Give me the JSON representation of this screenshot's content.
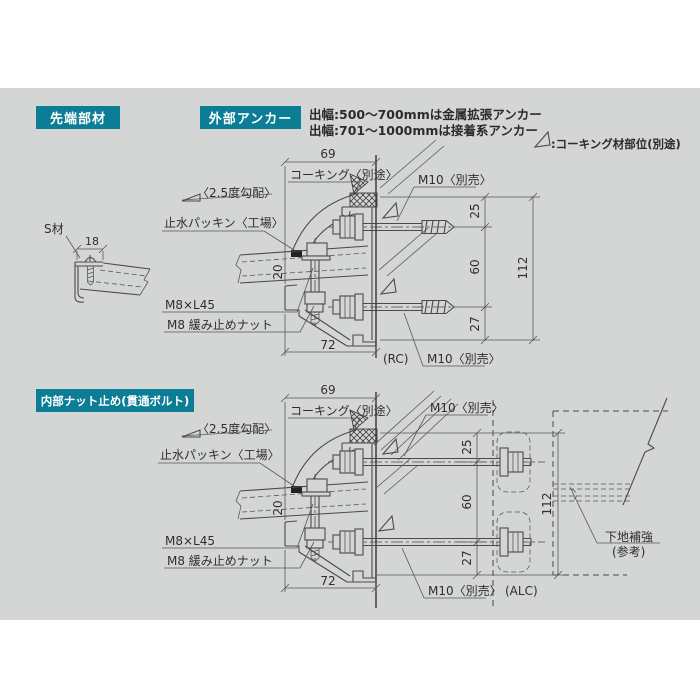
{
  "colors": {
    "panel_bg": "#d3d6d5",
    "accent": "#0b7e96",
    "line": "#4a4a4a",
    "text": "#2e2e2e"
  },
  "headers": {
    "tip": "先端部材",
    "anchor": "外部アンカー",
    "internal": "内部ナット止め(貫通ボルト)"
  },
  "notes": {
    "line1": "出幅:500〜700mmは金属拡張アンカー",
    "line2": "出幅:701〜1000mmは接着系アンカー",
    "caulk_legend": ":コーキング材部位(別途)"
  },
  "side_detail": {
    "label": "S材",
    "dim18": "18"
  },
  "top": {
    "dim69": "69",
    "dim72": "72",
    "dim20": "20",
    "dim25": "25",
    "dim60": "60",
    "dim27": "27",
    "dim112": "112",
    "caulking": "コーキング〈別途〉",
    "slope": "〈2.5度勾配〉",
    "packing": "止水パッキン〈工場〉",
    "m8bolt": "M8×L45",
    "m8nut": "M8 緩み止めナット",
    "m10_top": "M10〈別売〉",
    "m10_bottom": "M10〈別売〉",
    "wall": "(RC)"
  },
  "bottom": {
    "dim69": "69",
    "dim72": "72",
    "dim20": "20",
    "dim25": "25",
    "dim60": "60",
    "dim27": "27",
    "dim112": "112",
    "caulking": "コーキング〈別途〉",
    "slope": "〈2.5度勾配〉",
    "packing": "止水パッキン〈工場〉",
    "m8bolt": "M8×L45",
    "m8nut": "M8 緩み止めナット",
    "m10_top": "M10〈別売〉",
    "m10_bottom": "M10〈別売〉",
    "wall": "(ALC)",
    "reinforce_line1": "下地補強",
    "reinforce_line2": "(参考)"
  }
}
